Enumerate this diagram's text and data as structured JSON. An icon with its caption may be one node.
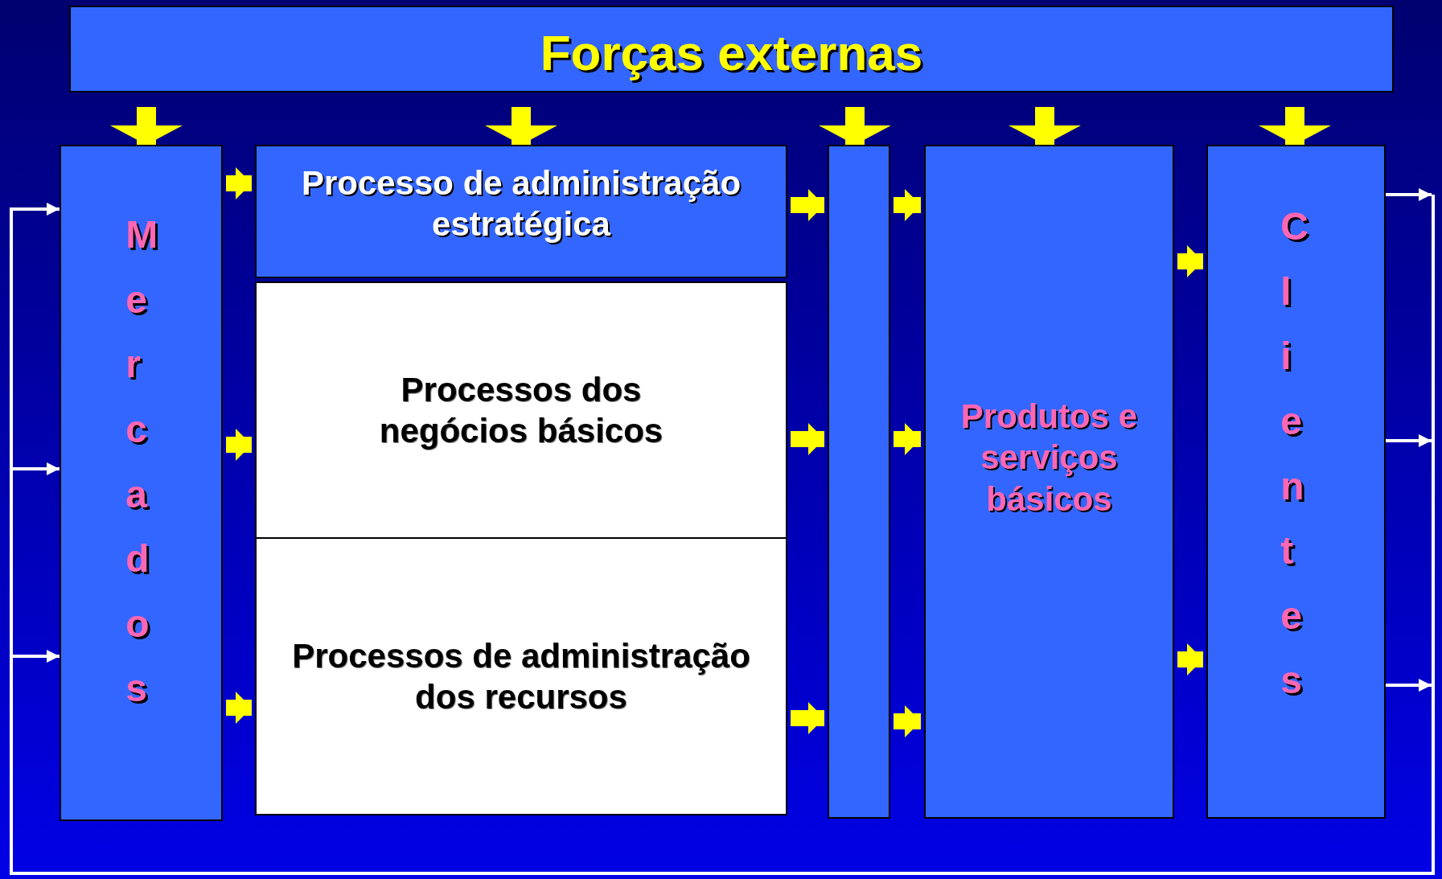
{
  "diagram": {
    "nodes": [
      {
        "text": [
          "Forças externas"
        ]
      },
      {
        "text": [
          "Mercados"
        ]
      },
      {
        "text": [
          "Processo de administração estratégica"
        ]
      },
      {
        "text": [
          "Processos dos negócios básicos"
        ]
      },
      {
        "text": [
          "Processos de administração dos recursos"
        ]
      },
      {
        "text": [],
        "shape": "box"
      },
      {
        "text": [
          "Produtos e serviços básicos"
        ]
      },
      {
        "text": [
          "Clientes"
        ]
      }
    ],
    "edges": [
      {
        "from": 0,
        "to": 1,
        "arrow": "to"
      },
      {
        "from": 0,
        "to": 2,
        "arrow": "to"
      },
      {
        "from": 0,
        "to": 5,
        "arrow": "to"
      },
      {
        "from": 0,
        "to": 6,
        "arrow": "to"
      },
      {
        "from": 0,
        "to": 7,
        "arrow": "to"
      },
      {
        "from": 1,
        "to": 2,
        "arrow": "to"
      },
      {
        "from": 1,
        "to": 3,
        "arrow": "to"
      },
      {
        "from": 1,
        "to": 4,
        "arrow": "to"
      },
      {
        "from": 2,
        "to": 5,
        "arrow": "to"
      },
      {
        "from": 3,
        "to": 5,
        "arrow": "to"
      },
      {
        "from": 4,
        "to": 5,
        "arrow": "to"
      },
      {
        "from": 5,
        "to": 6,
        "arrow": "to"
      },
      {
        "from": 5,
        "to": 6,
        "arrow": "to"
      },
      {
        "from": 5,
        "to": 6,
        "arrow": "to"
      },
      {
        "from": 6,
        "to": 7,
        "arrow": "to"
      },
      {
        "from": 6,
        "to": 7,
        "arrow": "to"
      },
      {
        "from": 7,
        "to": 1,
        "arrow": "to",
        "color": "#ffffff"
      }
    ]
  }
}
